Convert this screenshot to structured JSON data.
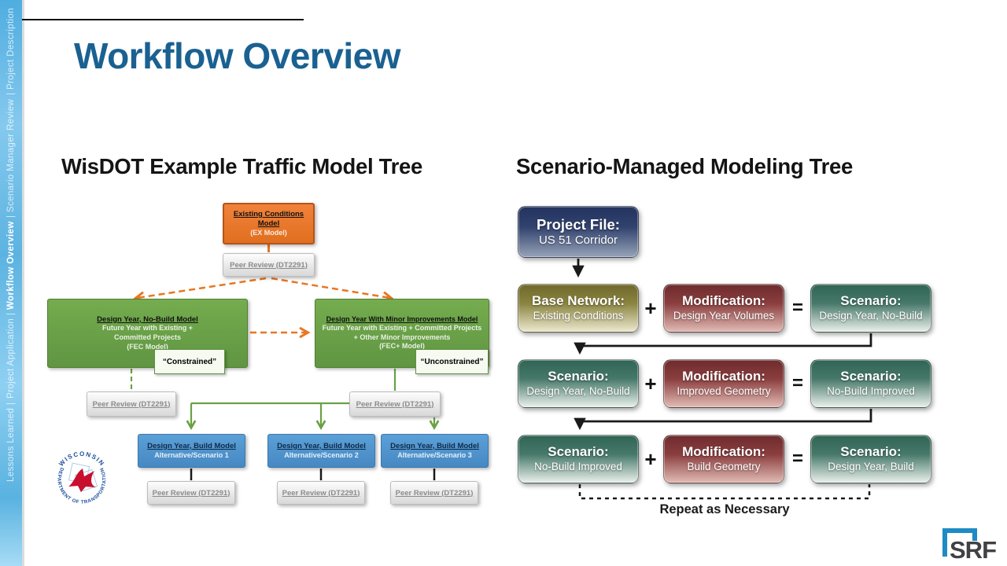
{
  "slide_title": "Workflow Overview",
  "sidebar": {
    "separator": "|",
    "items": [
      {
        "label": "Lessons Learned",
        "active": false
      },
      {
        "label": "Project Application",
        "active": false
      },
      {
        "label": "Workflow Overview",
        "active": true
      },
      {
        "label": "Scenario Manager Review",
        "active": false
      },
      {
        "label": "Project Description",
        "active": false
      }
    ]
  },
  "left_diagram": {
    "heading": "WisDOT Example Traffic Model Tree",
    "existing": {
      "title_line1": "Existing Conditions",
      "title_line2": "Model",
      "subtitle": "(EX Model)"
    },
    "peer_review": "Peer Review (DT2291)",
    "no_build": {
      "title": "Design Year, No-Build Model",
      "body_line1": "Future Year with Existing +",
      "body_line2": "Committed Projects",
      "body_line3": "(FEC Model)",
      "tag": "“Constrained”"
    },
    "minor": {
      "title": "Design Year With Minor Improvements Model",
      "body_line1": "Future Year with Existing + Committed Projects",
      "body_line2": "+ Other Minor Improvements",
      "body_line3": "(FEC+ Model)",
      "tag": "“Unconstrained”"
    },
    "build": {
      "title": "Design Year, Build Model",
      "alts": [
        "Alternative/Scenario 1",
        "Alternative/Scenario 2",
        "Alternative/Scenario 3"
      ]
    }
  },
  "right_diagram": {
    "heading": "Scenario-Managed Modeling Tree",
    "project_file": {
      "title": "Project File:",
      "subtitle": "US 51 Corridor"
    },
    "operators": {
      "plus": "+",
      "equals": "="
    },
    "rows": [
      {
        "left_title": "Base Network:",
        "left_sub": "Existing Conditions",
        "mod_title": "Modification:",
        "mod_sub": "Design Year Volumes",
        "result_title": "Scenario:",
        "result_sub": "Design Year, No-Build"
      },
      {
        "left_title": "Scenario:",
        "left_sub": "Design Year, No-Build",
        "mod_title": "Modification:",
        "mod_sub": "Improved Geometry",
        "result_title": "Scenario:",
        "result_sub": "No-Build Improved"
      },
      {
        "left_title": "Scenario:",
        "left_sub": "No-Build Improved",
        "mod_title": "Modification:",
        "mod_sub": "Build Geometry",
        "result_title": "Scenario:",
        "result_sub": "Design Year, Build"
      }
    ],
    "repeat_label": "Repeat as Necessary"
  },
  "branding": {
    "srf": "SRF",
    "wisdot_top": "WISCONSIN",
    "wisdot_bottom": "DEPARTMENT OF TRANSPORTATION"
  },
  "colors": {
    "title_blue": "#1a6191",
    "sidebar_blue": "#5cb3e1",
    "orange_box": "#e8772e",
    "green_box": "#6aa144",
    "blue_box": "#4e97d1",
    "peer_gray": "#8c8c8c",
    "navy_box": "#24335f",
    "olive_box": "#6f682c",
    "maroon_box": "#6e2b2e",
    "teal_box": "#2f6454",
    "srf_blue": "#1d8bc4"
  }
}
